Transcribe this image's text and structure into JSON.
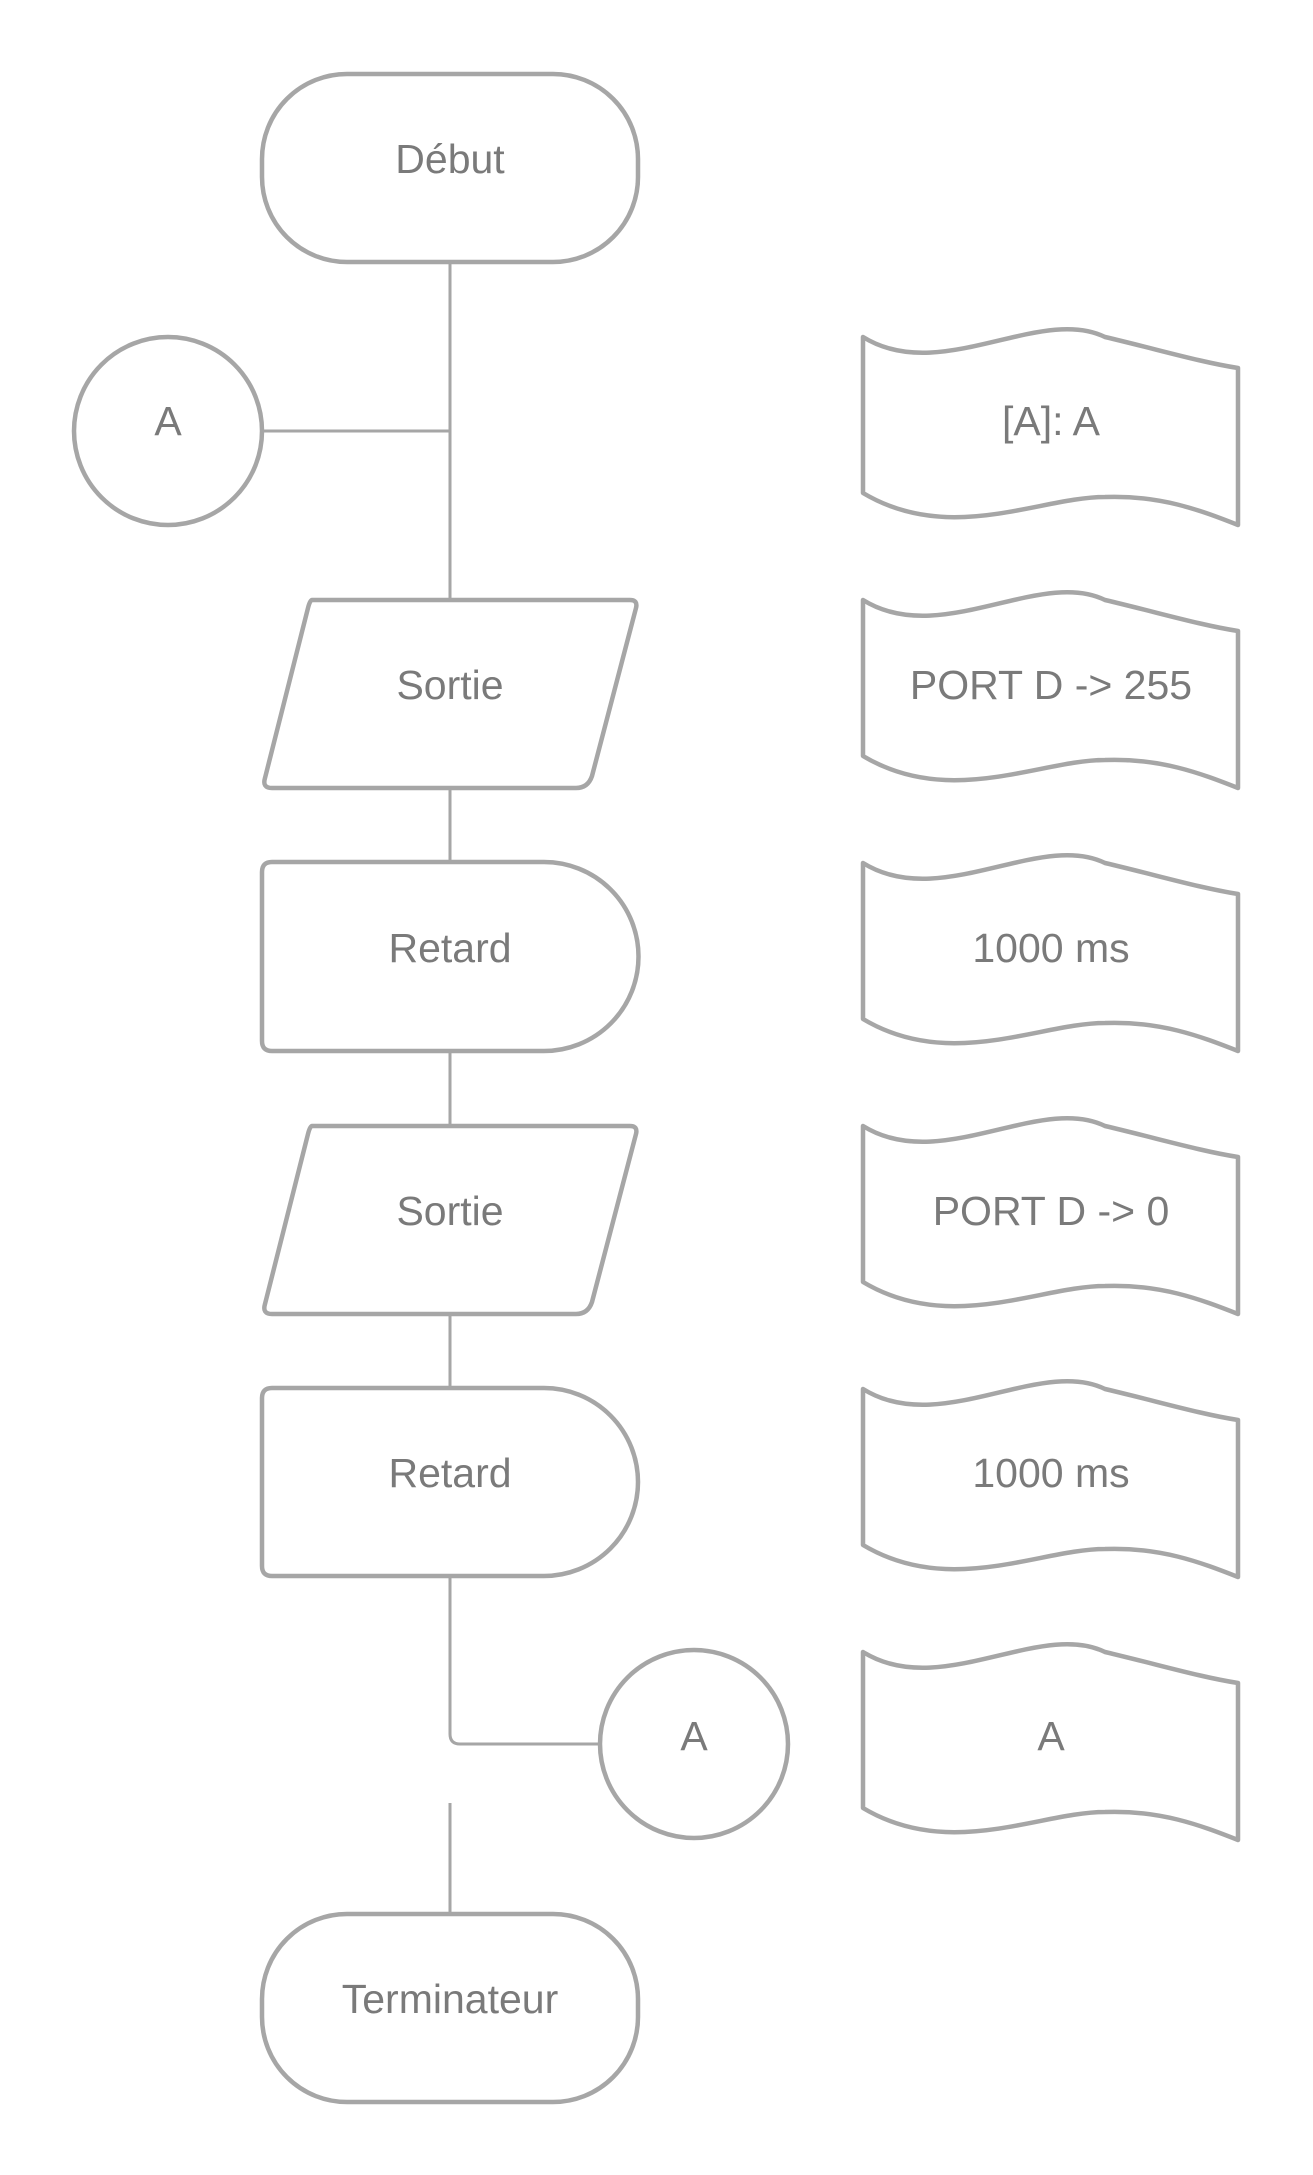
{
  "diagram": {
    "nodes": {
      "start": "Début",
      "connector_in": "A",
      "output_1": "Sortie",
      "delay_1": "Retard",
      "output_2": "Sortie",
      "delay_2": "Retard",
      "connector_out": "A",
      "end": "Terminateur"
    },
    "notes": {
      "note_1": "[A]: A",
      "note_2": "PORT D -> 255",
      "note_3": "1000 ms",
      "note_4": "PORT D -> 0",
      "note_5": "1000 ms",
      "note_6": "A"
    },
    "colors": {
      "stroke": "#a6a6a6",
      "text": "#7a7a7a",
      "background": "#ffffff"
    }
  }
}
